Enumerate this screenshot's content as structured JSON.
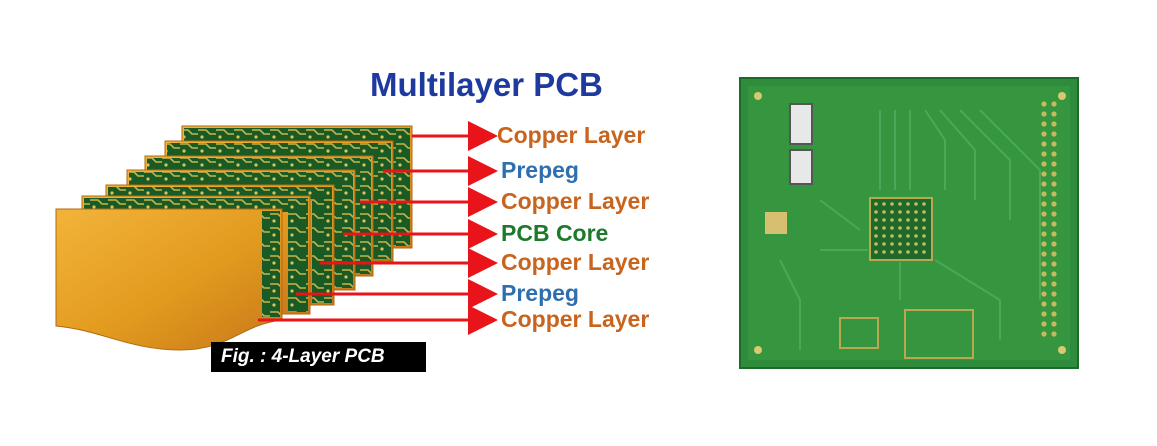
{
  "title": "Multilayer PCB",
  "caption": "Fig.  : 4-Layer PCB",
  "colors": {
    "title": "#1f3a9e",
    "copper": "#c8641e",
    "prepeg": "#2f6fb0",
    "core": "#1e7a2a",
    "arrow": "#e8141a",
    "board_green": "#2e8c3c"
  },
  "layers": [
    {
      "label": "Copper Layer",
      "kind": "copper"
    },
    {
      "label": "Prepeg",
      "kind": "prepeg"
    },
    {
      "label": "Copper Layer",
      "kind": "copper"
    },
    {
      "label": "PCB Core",
      "kind": "core"
    },
    {
      "label": "Copper Layer",
      "kind": "copper"
    },
    {
      "label": "Prepeg",
      "kind": "prepeg"
    },
    {
      "label": "Copper Layer",
      "kind": "copper"
    }
  ],
  "photo": {
    "subject": "green-pcb-photo"
  }
}
